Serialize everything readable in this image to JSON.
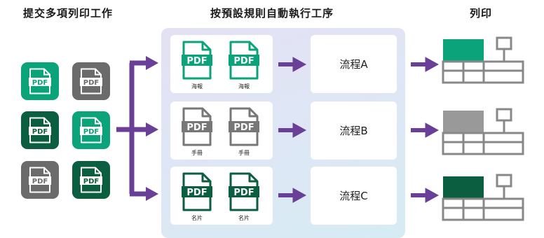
{
  "headings": {
    "left": "提交多項列印工作",
    "middle": "按預設規則自動執行工序",
    "right": "列印"
  },
  "pdf_label": "PDF",
  "rows": [
    {
      "file_caption_1": "海報",
      "file_caption_2": "海報",
      "process_label": "流程A",
      "color": "#0aa37a"
    },
    {
      "file_caption_1": "手冊",
      "file_caption_2": "手冊",
      "process_label": "流程B",
      "color": "#777777"
    },
    {
      "file_caption_1": "名片",
      "file_caption_2": "名片",
      "process_label": "流程C",
      "color": "#0b5e3f"
    }
  ],
  "colors": {
    "teal": "#0aa37a",
    "gray": "#777777",
    "dark_green": "#0b5e3f",
    "arrow": "#6a3f98"
  },
  "icons": [
    "pdf-file-icon",
    "arrow-right-icon",
    "printer-icon"
  ]
}
